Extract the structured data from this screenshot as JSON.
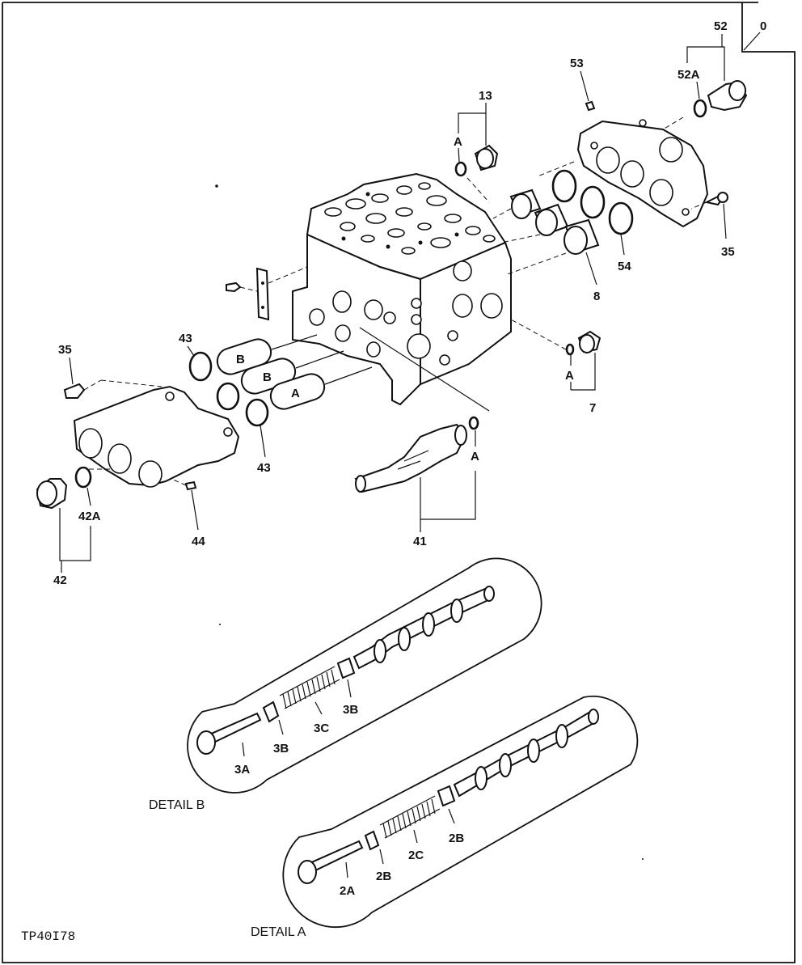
{
  "sheet": {
    "id": "TP40I78",
    "corner_label": "0"
  },
  "callouts": {
    "c13": "13",
    "c13A": "A",
    "c53": "53",
    "c52": "52",
    "c52A": "52A",
    "c35_right": "35",
    "c54": "54",
    "c8": "8",
    "c7": "7",
    "c7A": "A",
    "c43_top": "43",
    "c43_bot": "43",
    "c35_left": "35",
    "c41": "41",
    "c41A": "A",
    "c44": "44",
    "c42": "42",
    "c42A": "42A"
  },
  "capsules": {
    "b1": "B",
    "b2": "B",
    "a1": "A"
  },
  "detail_b": {
    "title": "DETAIL B",
    "labels": {
      "l3A": "3A",
      "l3B_left": "3B",
      "l3C": "3C",
      "l3B_right": "3B"
    }
  },
  "detail_a": {
    "title": "DETAIL A",
    "labels": {
      "l2A": "2A",
      "l2B_left": "2B",
      "l2C": "2C",
      "l2B_right": "2B"
    }
  }
}
